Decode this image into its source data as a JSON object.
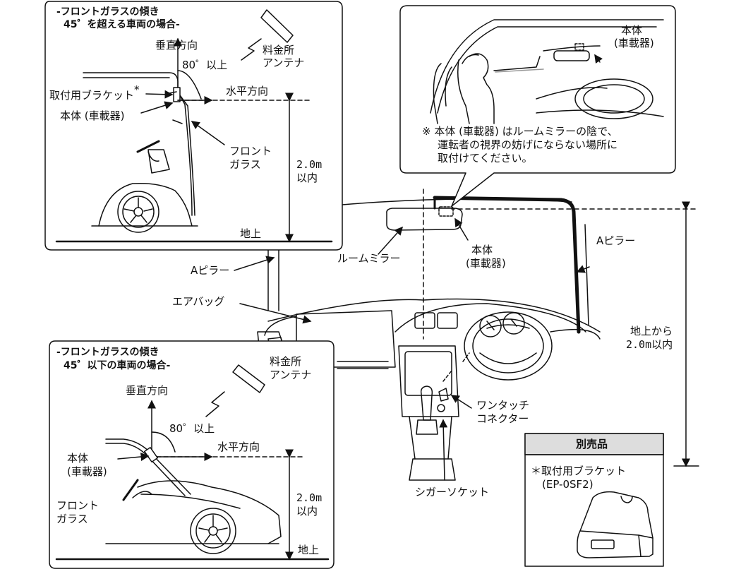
{
  "panel_upper": {
    "title_line1": "-フロントガラスの傾き",
    "title_line2": "45゜を超える車両の場合-",
    "vertical": "垂直方向",
    "angle": "80゜以上",
    "horizontal": "水平方向",
    "antenna_l1": "料金所",
    "antenna_l2": "アンテナ",
    "bracket": "取付用ブラケット",
    "asterisk": "*",
    "unit": "本体 (車載器)",
    "glass_l1": "フロント",
    "glass_l2": "ガラス",
    "height_l1": "2.0m",
    "height_l2": "以内",
    "ground": "地上"
  },
  "panel_lower": {
    "title_line1": "-フロントガラスの傾き",
    "title_line2": "45゜以下の車両の場合-",
    "antenna_l1": "料金所",
    "antenna_l2": "アンテナ",
    "vertical": "垂直方向",
    "angle": "80゜以上",
    "horizontal": "水平方向",
    "unit_l1": "本体",
    "unit_l2": "(車載器)",
    "glass_l1": "フロント",
    "glass_l2": "ガラス",
    "height_l1": "2.0m",
    "height_l2": "以内",
    "ground": "地上"
  },
  "interior_callout": {
    "unit_l1": "本体",
    "unit_l2": "(車載器)",
    "note_l1": "※ 本体 (車載器) はルームミラーの陰で、",
    "note_l2": "運転者の視界の妨げにならない場所に",
    "note_l3": "取付けてください。"
  },
  "main": {
    "a_pillar_left": "Aピラー",
    "a_pillar_right": "Aピラー",
    "mirror": "ルームミラー",
    "unit_l1": "本体",
    "unit_l2": "(車載器)",
    "airbag": "エアバッグ",
    "height_l1": "地上から",
    "height_l2": "2.0m以内",
    "connector_l1": "ワンタッチ",
    "connector_l2": "コネクター",
    "cigar": "シガーソケット"
  },
  "sold_separately": {
    "header": "別売品",
    "item_l1": "＊取付用ブラケット",
    "item_l2": "(EP-0SF2)"
  }
}
